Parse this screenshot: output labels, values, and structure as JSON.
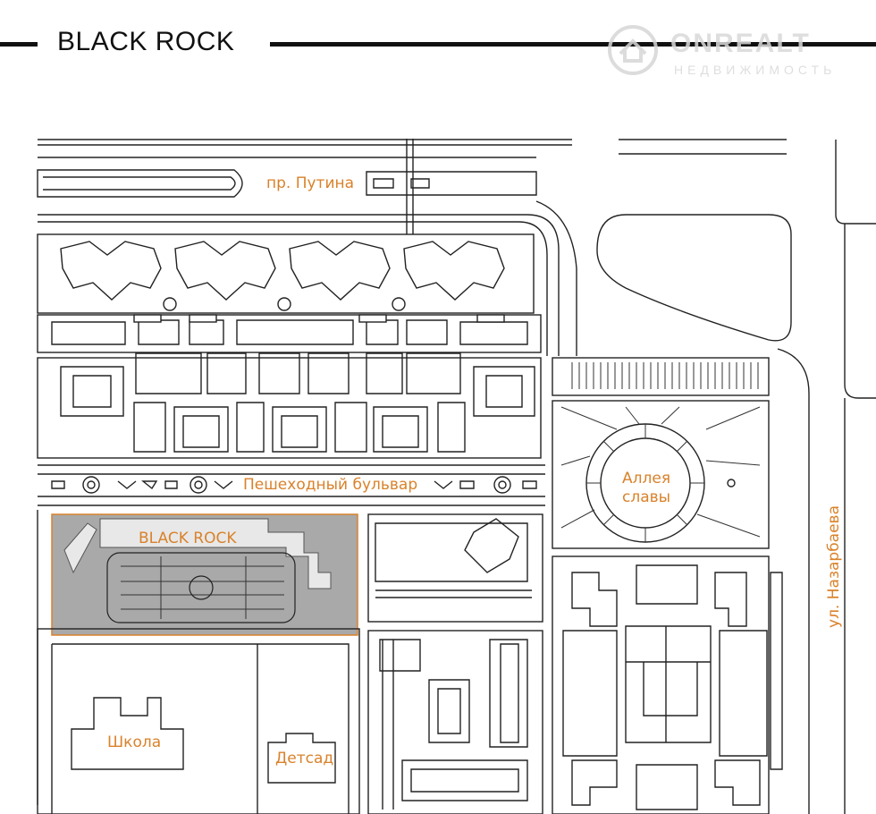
{
  "header": {
    "title": "BLACK ROCK"
  },
  "watermark": {
    "name": "ONREALT",
    "subtitle": "НЕДВИЖИМОСТЬ",
    "icon": "house-logo-icon"
  },
  "map": {
    "accent_color": "#d9822b",
    "highlight_color": "#a9a9a9",
    "labels": {
      "avenue": "пр. Путина",
      "boulevard": "Пешеходный бульвар",
      "project": "BLACK ROCK",
      "alley_line1": "Аллея",
      "alley_line2": "славы",
      "street": "ул. Назарбаева",
      "school": "Школа",
      "kindergarten": "Детсад"
    }
  }
}
